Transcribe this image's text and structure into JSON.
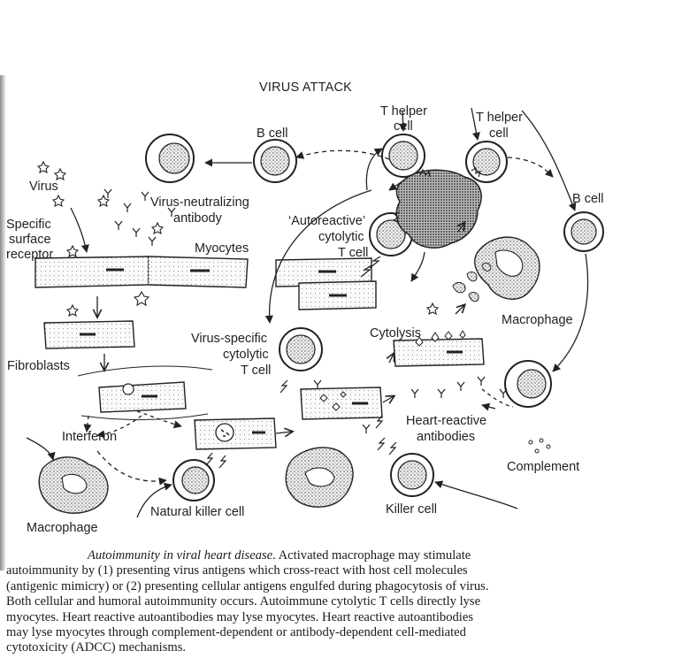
{
  "diagram": {
    "title": "VIRUS ATTACK",
    "labels": {
      "b_cell_top": "B cell",
      "t_helper_left": [
        "T helper",
        "cell"
      ],
      "t_helper_right": [
        "T helper",
        "cell"
      ],
      "b_cell_right": "B cell",
      "virus": "Virus",
      "virus_neutralizing": [
        "Virus-neutralizing",
        "antibody"
      ],
      "specific_receptor": [
        "Specific",
        "surface",
        "receptor"
      ],
      "myocytes": "Myocytes",
      "autoreactive": [
        "‘Autoreactive’",
        "cytolytic",
        "T cell"
      ],
      "macrophage_right": "Macrophage",
      "cytolysis": "Cytolysis",
      "virus_specific": [
        "Virus-specific",
        "cytolytic",
        "T cell"
      ],
      "fibroblasts": "Fibroblasts",
      "heart_reactive": [
        "Heart-reactive",
        "antibodies"
      ],
      "interferon": "Interferon",
      "complement": "Complement",
      "natural_killer": "Natural killer cell",
      "killer_cell": "Killer cell",
      "macrophage_left": "Macrophage"
    }
  },
  "caption": {
    "title": "Autoimmunity in viral heart disease",
    "lines": [
      ". Activated macrophage may stimulate",
      "autoimmunity by (1) presenting virus antigens which cross-react with host cell molecules",
      "(antigenic mimicry) or (2) presenting cellular antigens engulfed during phagocytosis of virus.",
      "Both cellular and humoral autoimmunity occurs. Autoimmune cytolytic T cells directly lyse",
      "myocytes. Heart reactive autoantibodies may lyse myocytes. Heart reactive autoantibodies",
      "may lyse myocytes through complement-dependent or antibody-dependent cell-mediated",
      "cytotoxicity (ADCC) mechanisms."
    ]
  }
}
